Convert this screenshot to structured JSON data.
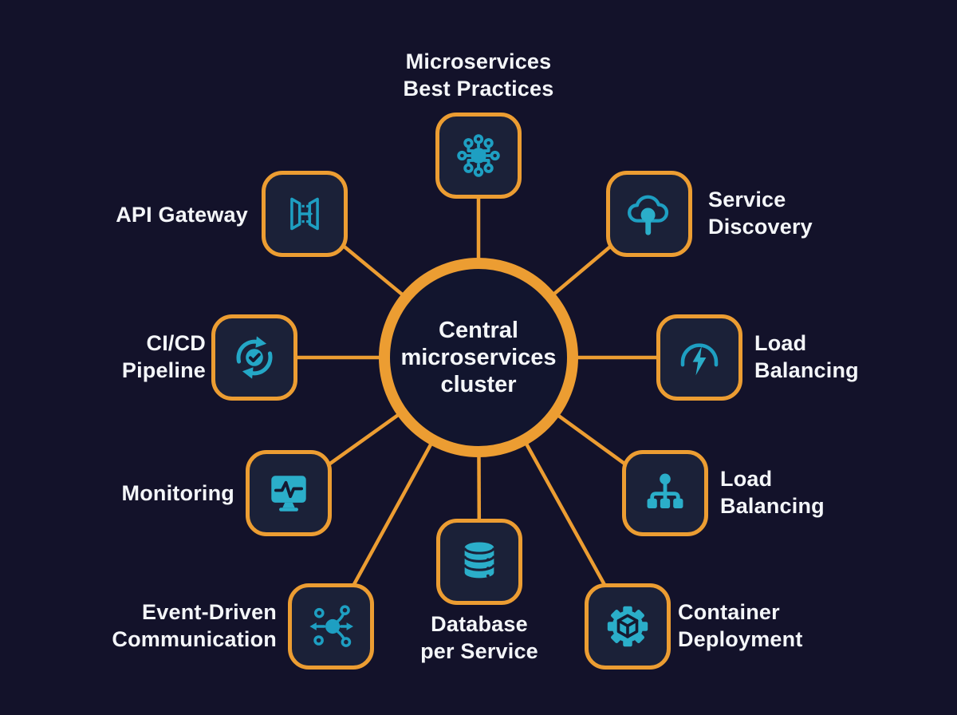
{
  "colors": {
    "background": "#13122a",
    "node_fill": "#1b2138",
    "accent_orange": "#ec9d32",
    "icon_teal": "#1e9fc2",
    "icon_teal_bright": "#2baec9",
    "text": "#f4f6f9"
  },
  "hub": {
    "line1": "Central",
    "line2": "microservices",
    "line3": "cluster"
  },
  "nodes": [
    {
      "id": "microservices-best-practices",
      "icon": "microservices-hub-icon",
      "label1": "Microservices",
      "label2": "Best Practices"
    },
    {
      "id": "service-discovery",
      "icon": "cloud-search-icon",
      "label1": "Service",
      "label2": "Discovery"
    },
    {
      "id": "load-balancing-gauge",
      "icon": "gauge-lightning-icon",
      "label1": "Load",
      "label2": "Balancing"
    },
    {
      "id": "load-balancing-tree",
      "icon": "hierarchy-icon",
      "label1": "Load",
      "label2": "Balancing"
    },
    {
      "id": "container-deployment",
      "icon": "gear-cube-icon",
      "label1": "Container",
      "label2": "Deployment"
    },
    {
      "id": "database-per-service",
      "icon": "database-icon",
      "label1": "Database",
      "label2": "per Service"
    },
    {
      "id": "event-driven-communication",
      "icon": "event-scatter-icon",
      "label1": "Event-Driven",
      "label2": "Communication"
    },
    {
      "id": "monitoring",
      "icon": "monitor-pulse-icon",
      "label1": "Monitoring",
      "label2": ""
    },
    {
      "id": "cicd-pipeline",
      "icon": "cicd-cycle-icon",
      "label1": "CI/CD",
      "label2": "Pipeline"
    },
    {
      "id": "api-gateway",
      "icon": "api-gateway-icon",
      "label1": "API Gateway",
      "label2": ""
    }
  ]
}
